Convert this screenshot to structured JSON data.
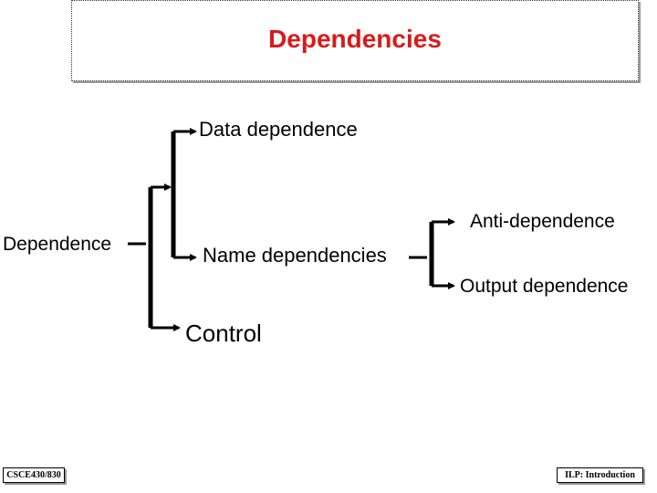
{
  "title": "Dependencies",
  "title_color": "#d81b1b",
  "labels": {
    "root": "Dependence",
    "data": "Data dependence",
    "name": "Name dependencies",
    "anti": "Anti-dependence",
    "output": "Output dependence",
    "control": "Control"
  },
  "footer": {
    "left": "CSCE430/830",
    "right": "ILP: Introduction"
  }
}
